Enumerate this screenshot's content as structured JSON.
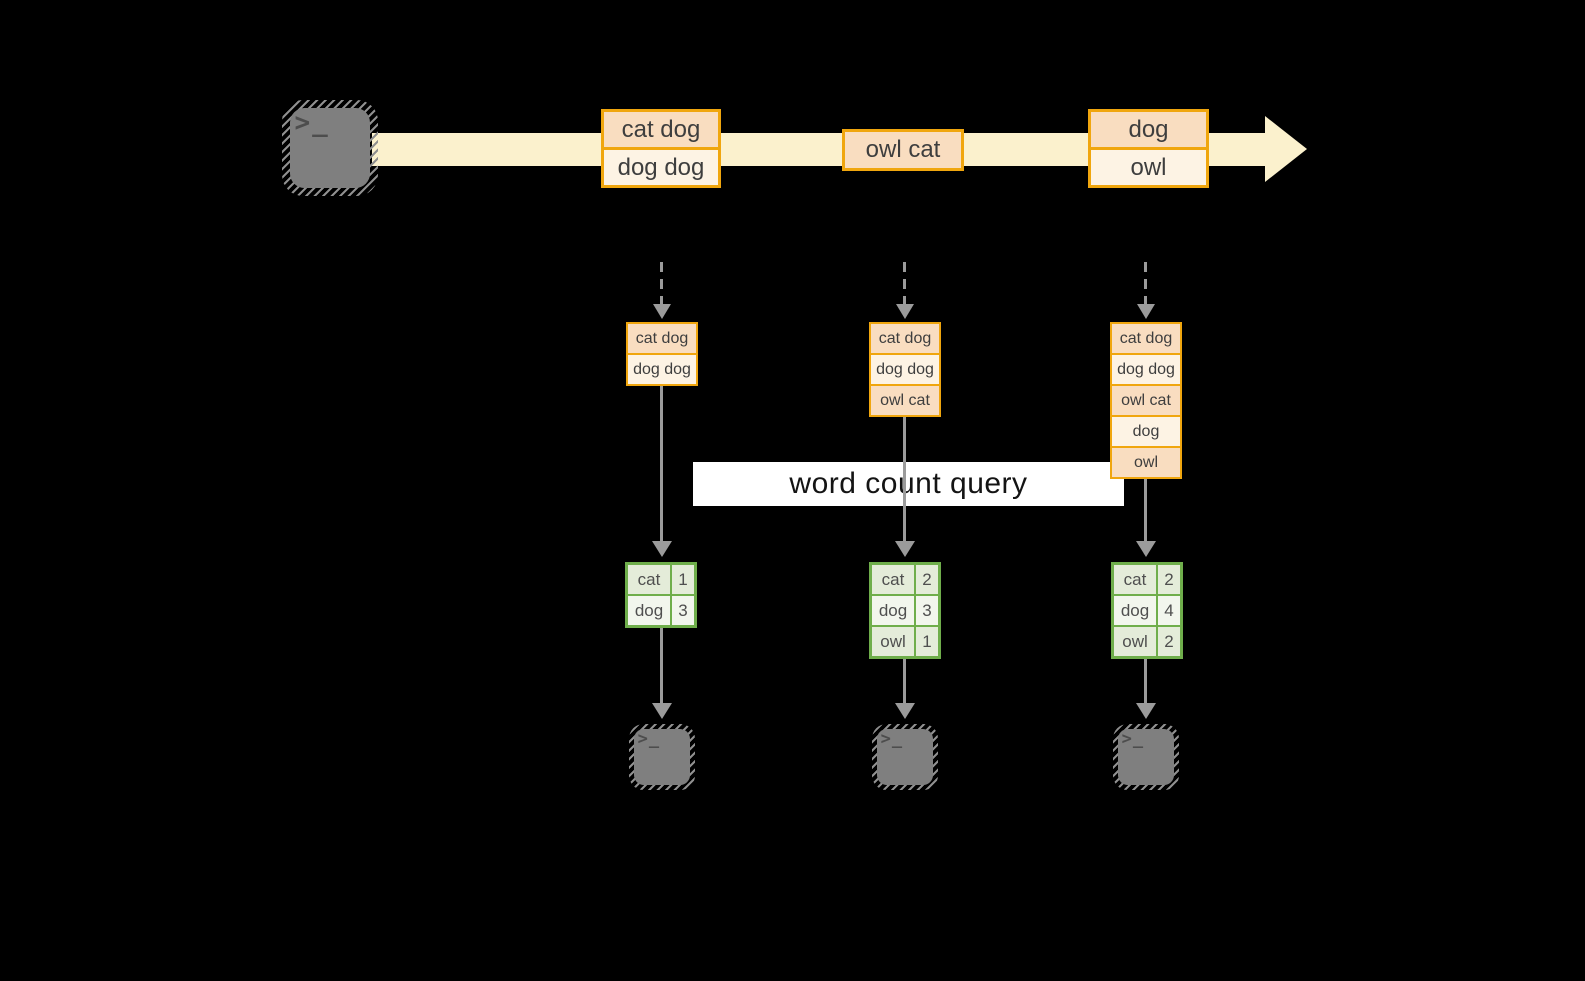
{
  "diagram_title": "word count query",
  "palette": {
    "background": "#000000",
    "stream_band": "#fbf1cd",
    "orange_border": "#f0a60e",
    "cell_peach": "#f9ddc0",
    "cell_cream": "#fdf3e4",
    "green_border": "#6fae4b",
    "cell_green_dark": "#e4ecd9",
    "cell_green_light": "#f2f6ed",
    "arrow_gray": "#9b9b9b",
    "terminal_gray": "#7f7f7f",
    "label_bg": "#ffffff"
  },
  "source_terminal": {
    "icon": "terminal-icon",
    "glyph": ">_"
  },
  "stream_batches": [
    {
      "lines": [
        "cat dog",
        "dog dog"
      ]
    },
    {
      "lines": [
        "owl cat"
      ]
    },
    {
      "lines": [
        "dog",
        "owl"
      ]
    }
  ],
  "query_label": {
    "text": "word count query"
  },
  "workers": [
    {
      "received": [
        "cat dog",
        "dog dog"
      ],
      "counts": [
        {
          "word": "cat",
          "count": "1"
        },
        {
          "word": "dog",
          "count": "3"
        }
      ],
      "terminal": {
        "icon": "terminal-icon",
        "glyph": ">_"
      }
    },
    {
      "received": [
        "cat dog",
        "dog dog",
        "owl cat"
      ],
      "counts": [
        {
          "word": "cat",
          "count": "2"
        },
        {
          "word": "dog",
          "count": "3"
        },
        {
          "word": "owl",
          "count": "1"
        }
      ],
      "terminal": {
        "icon": "terminal-icon",
        "glyph": ">_"
      }
    },
    {
      "received": [
        "cat dog",
        "dog dog",
        "owl cat",
        "dog",
        "owl"
      ],
      "counts": [
        {
          "word": "cat",
          "count": "2"
        },
        {
          "word": "dog",
          "count": "4"
        },
        {
          "word": "owl",
          "count": "2"
        }
      ],
      "terminal": {
        "icon": "terminal-icon",
        "glyph": ">_"
      }
    }
  ]
}
